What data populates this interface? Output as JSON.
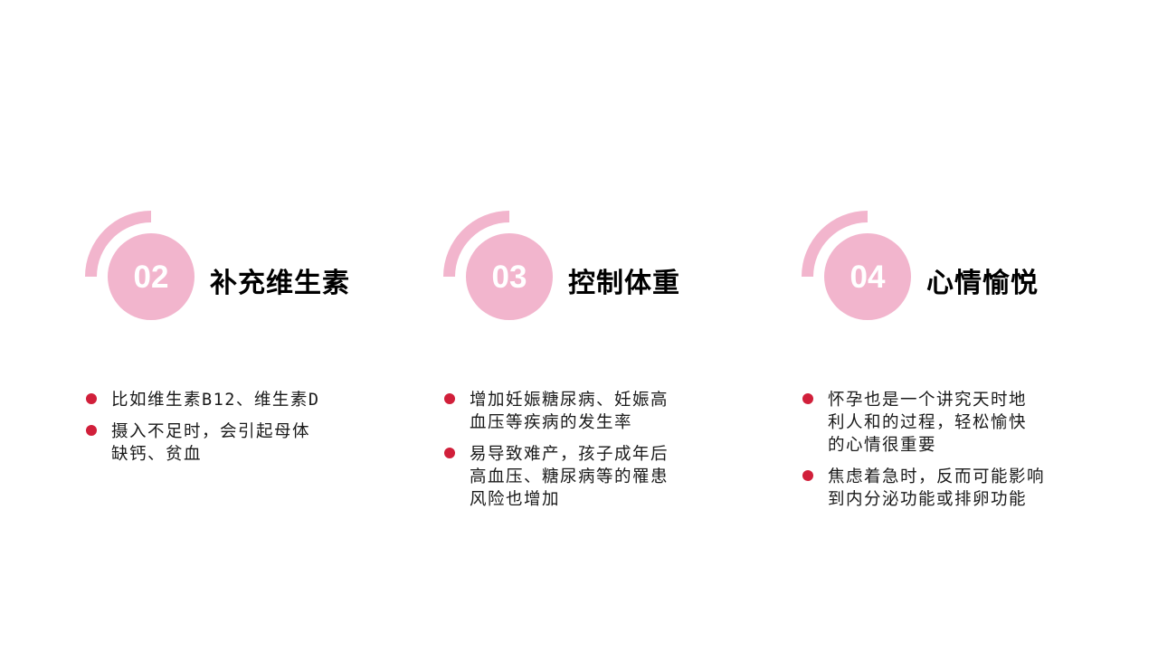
{
  "colors": {
    "accent_pink": "#f2b5cd",
    "bullet_red": "#d11f3a",
    "title_text": "#000000",
    "body_text": "#1a1a1a"
  },
  "sections": [
    {
      "number": "02",
      "title": "补充维生素",
      "bullets": [
        "比如维生素B12、维生素D",
        "摄入不足时，会引起母体\n缺钙、贫血"
      ]
    },
    {
      "number": "03",
      "title": "控制体重",
      "bullets": [
        "增加妊娠糖尿病、妊娠高\n血压等疾病的发生率",
        "易导致难产，孩子成年后\n高血压、糖尿病等的罹患\n风险也增加"
      ]
    },
    {
      "number": "04",
      "title": "心情愉悦",
      "bullets": [
        "怀孕也是一个讲究天时地\n利人和的过程，轻松愉快\n的心情很重要",
        "焦虑着急时，反而可能影响\n到内分泌功能或排卵功能"
      ]
    }
  ]
}
